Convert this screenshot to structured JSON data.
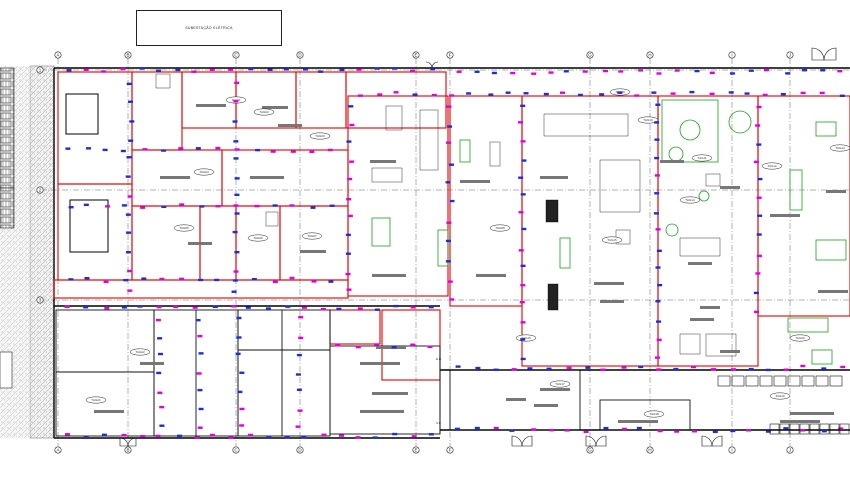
{
  "drawing": {
    "title_block_text": "SUBESTAÇÃO ELÉTRICA",
    "column_axes": [
      "A",
      "B",
      "C",
      "D",
      "E",
      "F",
      "G",
      "H",
      "I",
      "J"
    ],
    "row_axes": [
      "1",
      "2",
      "3"
    ],
    "notes": {
      "stair_left": "S",
      "lift_tag": "E.D.",
      "lift_tag_bottom": "S.E."
    }
  },
  "colors": {
    "wall": "#000000",
    "red_line": "#e00000",
    "blue_tag": "#1c2fd6",
    "magenta_tag": "#e000e0",
    "green_equipment": "#1aa11a",
    "grid_line": "#555555",
    "hatch": "#888888"
  },
  "room_tags": {
    "top_left_a": "TAG01",
    "top_left_b": "TAG02",
    "tag03": "TAG03",
    "tag04": "TAG04",
    "tag05": "TAG05",
    "tag06": "TAG06",
    "tag07": "TAG07",
    "tag08": "TAG08",
    "tag09": "TAG09",
    "tag10": "TAG10",
    "tag11": "TAG11",
    "tag12": "TAG12",
    "tag13": "TAG13",
    "tag14": "TAG14",
    "tag15": "TAG15",
    "tag16": "TAG16",
    "tag17": "TAG17",
    "tag18": "TAG18",
    "tag19": "TAG19",
    "tag20": "TAG20",
    "tag21": "TAG21",
    "tag22": "TAG22"
  }
}
